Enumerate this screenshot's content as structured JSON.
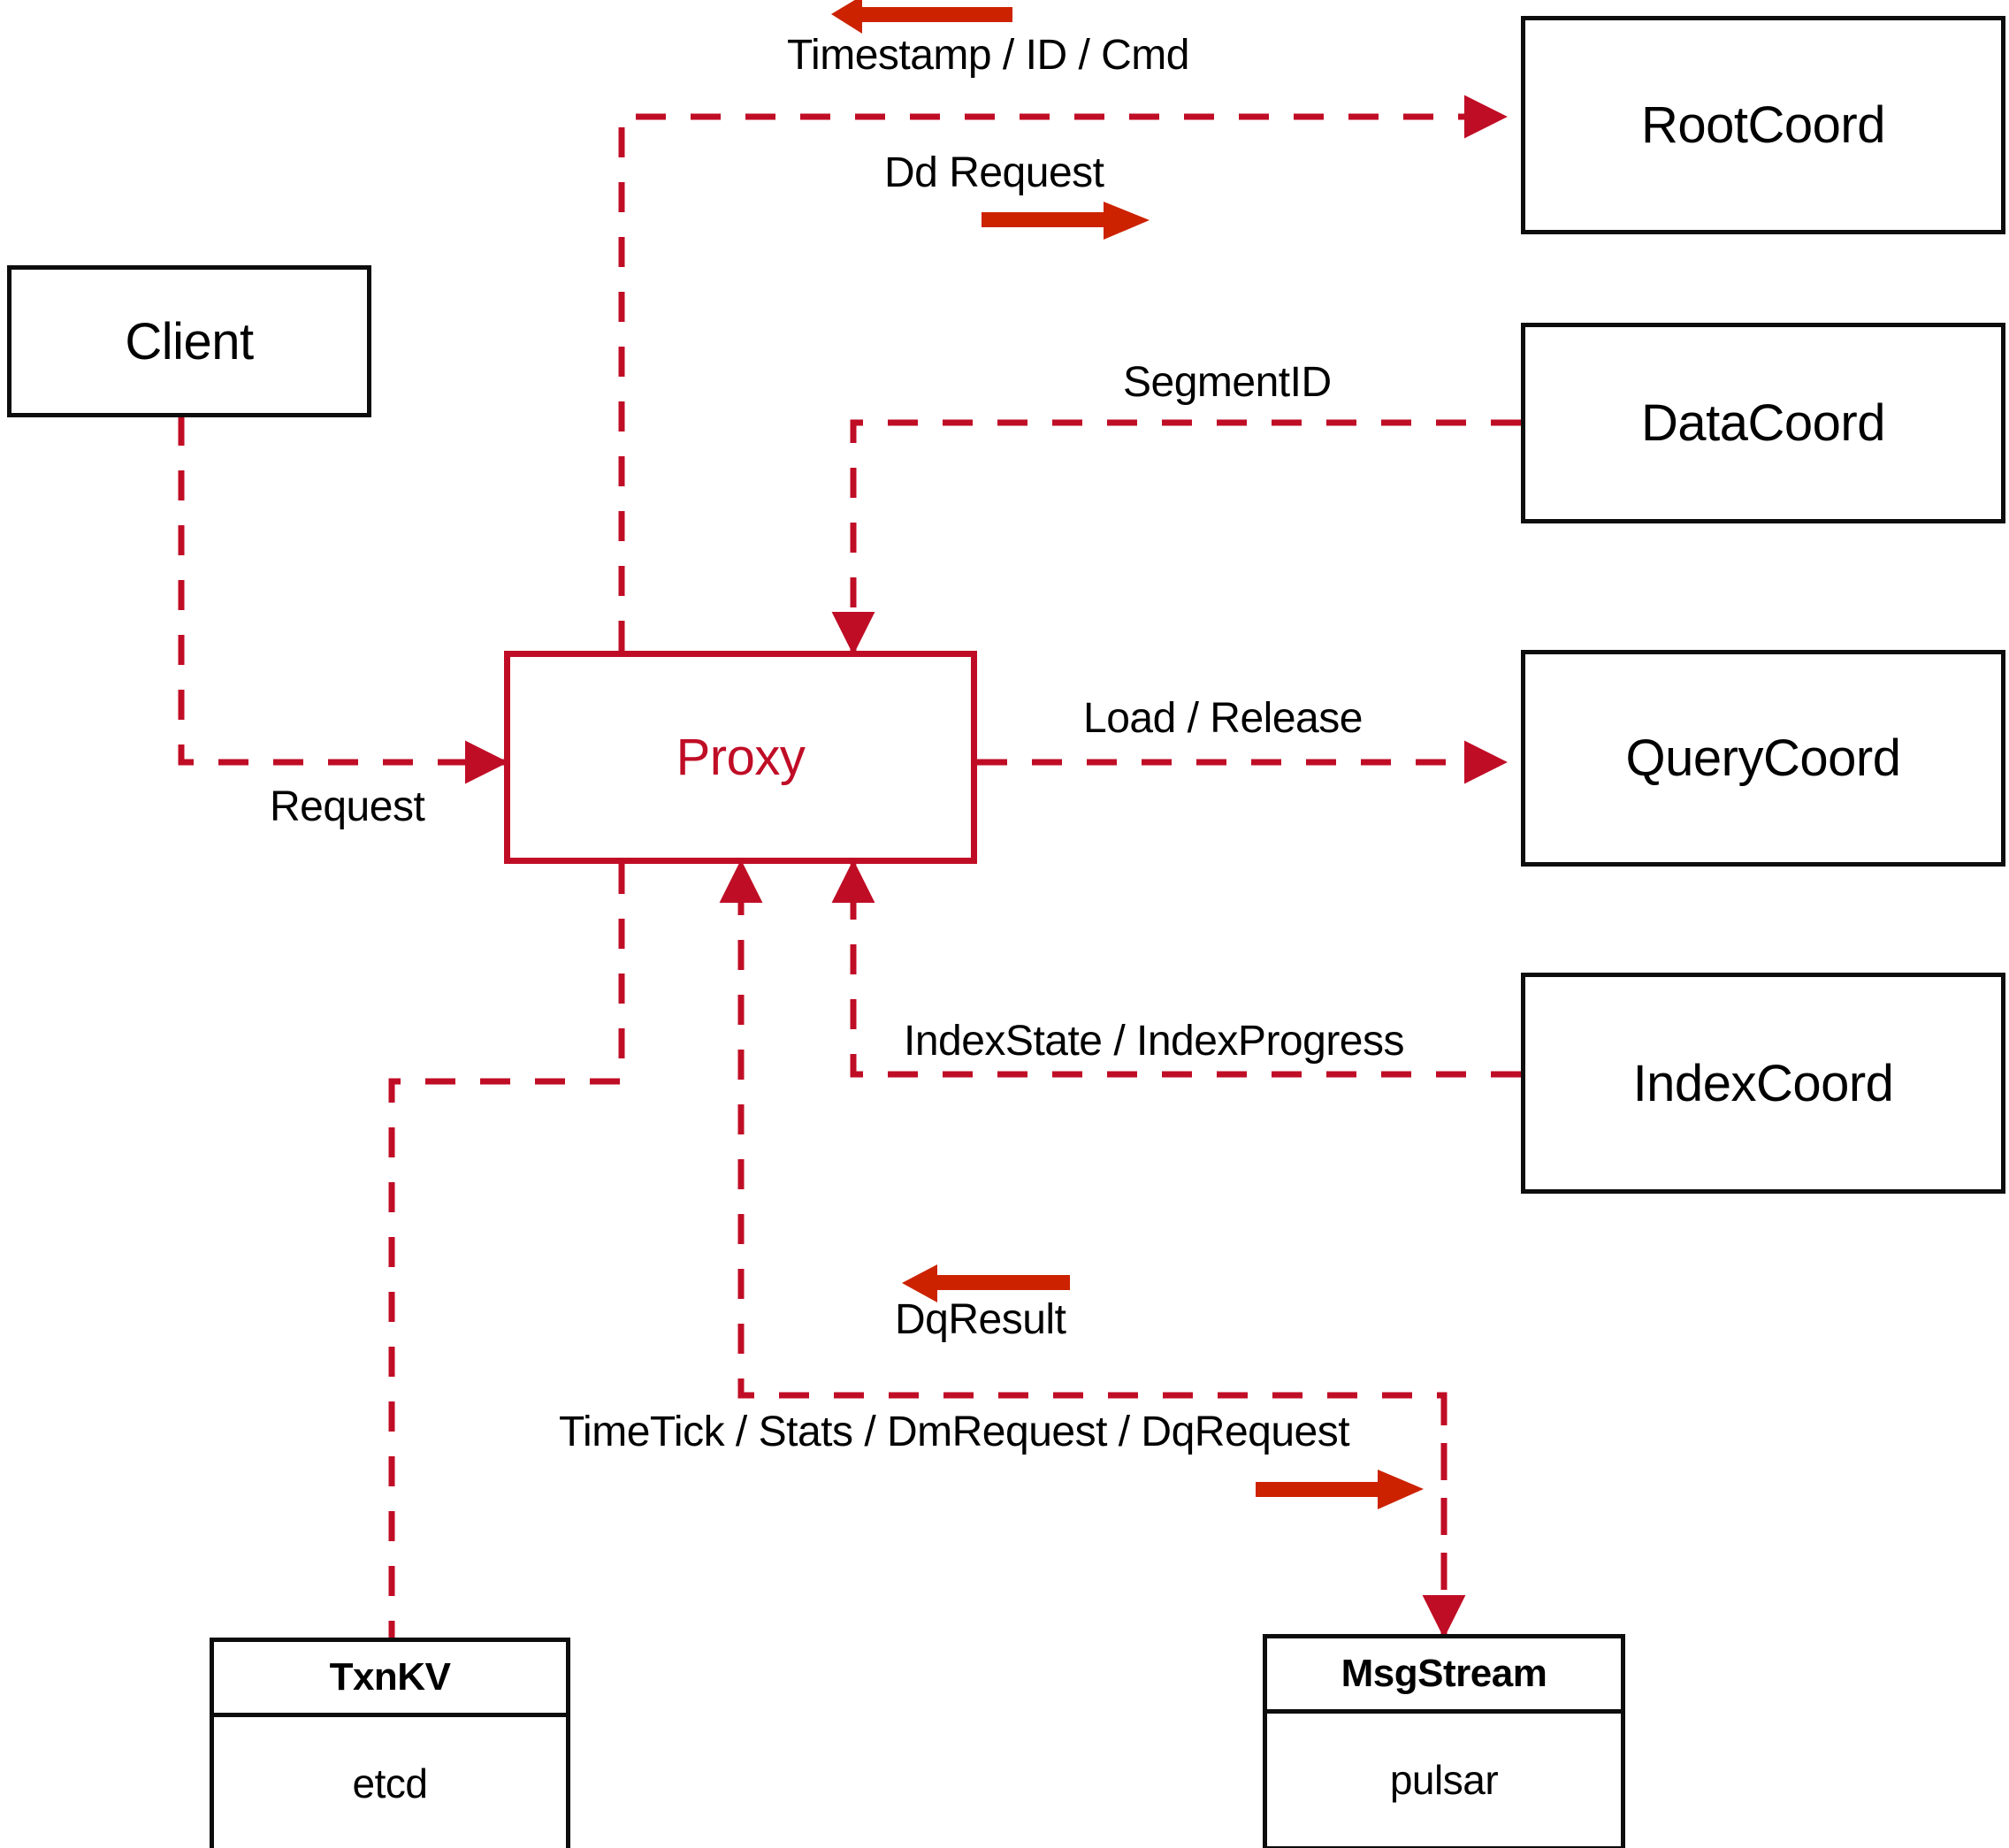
{
  "diagram": {
    "title": "Proxy component interaction diagram",
    "colors": {
      "node_stroke": "#0d0d0d",
      "proxy_stroke": "#c00d26",
      "dashed_edge": "#c00d26",
      "bold_arrow": "#cc2200",
      "background": "#ffffff",
      "label_text": "#000000"
    },
    "nodes": [
      {
        "id": "client",
        "label": "Client",
        "style": "black-box"
      },
      {
        "id": "proxy",
        "label": "Proxy",
        "style": "red-box"
      },
      {
        "id": "rootcoord",
        "label": "RootCoord",
        "style": "black-box"
      },
      {
        "id": "datacoord",
        "label": "DataCoord",
        "style": "black-box"
      },
      {
        "id": "querycoord",
        "label": "QueryCoord",
        "style": "black-box"
      },
      {
        "id": "indexcoord",
        "label": "IndexCoord",
        "style": "black-box"
      }
    ],
    "stores": [
      {
        "id": "txnkv",
        "title": "TxnKV",
        "impl": "etcd"
      },
      {
        "id": "msgstream",
        "title": "MsgStream",
        "impl": "pulsar"
      }
    ],
    "edge_labels": [
      {
        "id": "timestamp-id-cmd",
        "text": "Timestamp / ID / Cmd"
      },
      {
        "id": "dd-request",
        "text": "Dd Request"
      },
      {
        "id": "segmentid",
        "text": "SegmentID"
      },
      {
        "id": "request",
        "text": "Request"
      },
      {
        "id": "load-release",
        "text": "Load / Release"
      },
      {
        "id": "indexstate",
        "text": "IndexState / IndexProgress"
      },
      {
        "id": "dqresult",
        "text": "DqResult"
      },
      {
        "id": "timetick-stats",
        "text": "TimeTick / Stats / DmRequest / DqRequest"
      }
    ]
  }
}
